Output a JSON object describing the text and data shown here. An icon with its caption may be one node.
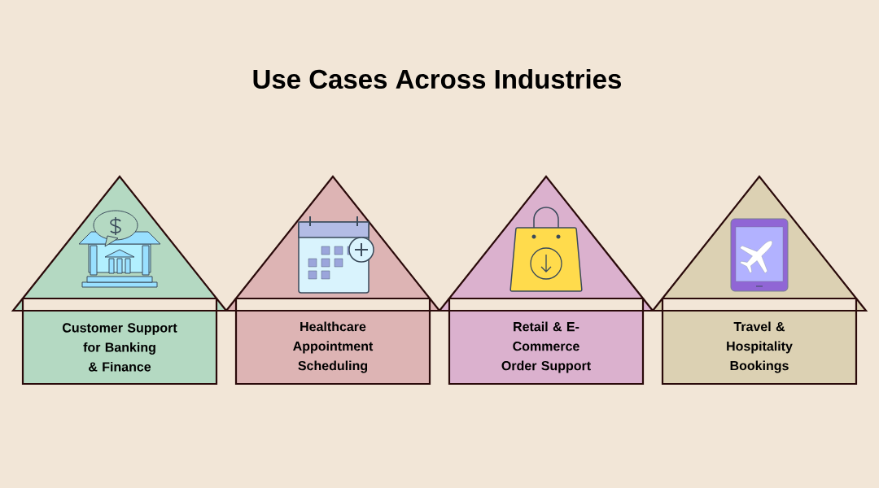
{
  "diagram": {
    "title": "Use Cases Across Industries",
    "nodes": [
      {
        "text": [
          "Customer Support for Banking & Finance"
        ]
      },
      {
        "text": [
          "Healthcare Appointment Scheduling"
        ]
      },
      {
        "text": [
          "Retail & E-Commerce Order Support"
        ]
      },
      {
        "text": [
          "Travel & Hospitality Bookings"
        ]
      }
    ]
  }
}
